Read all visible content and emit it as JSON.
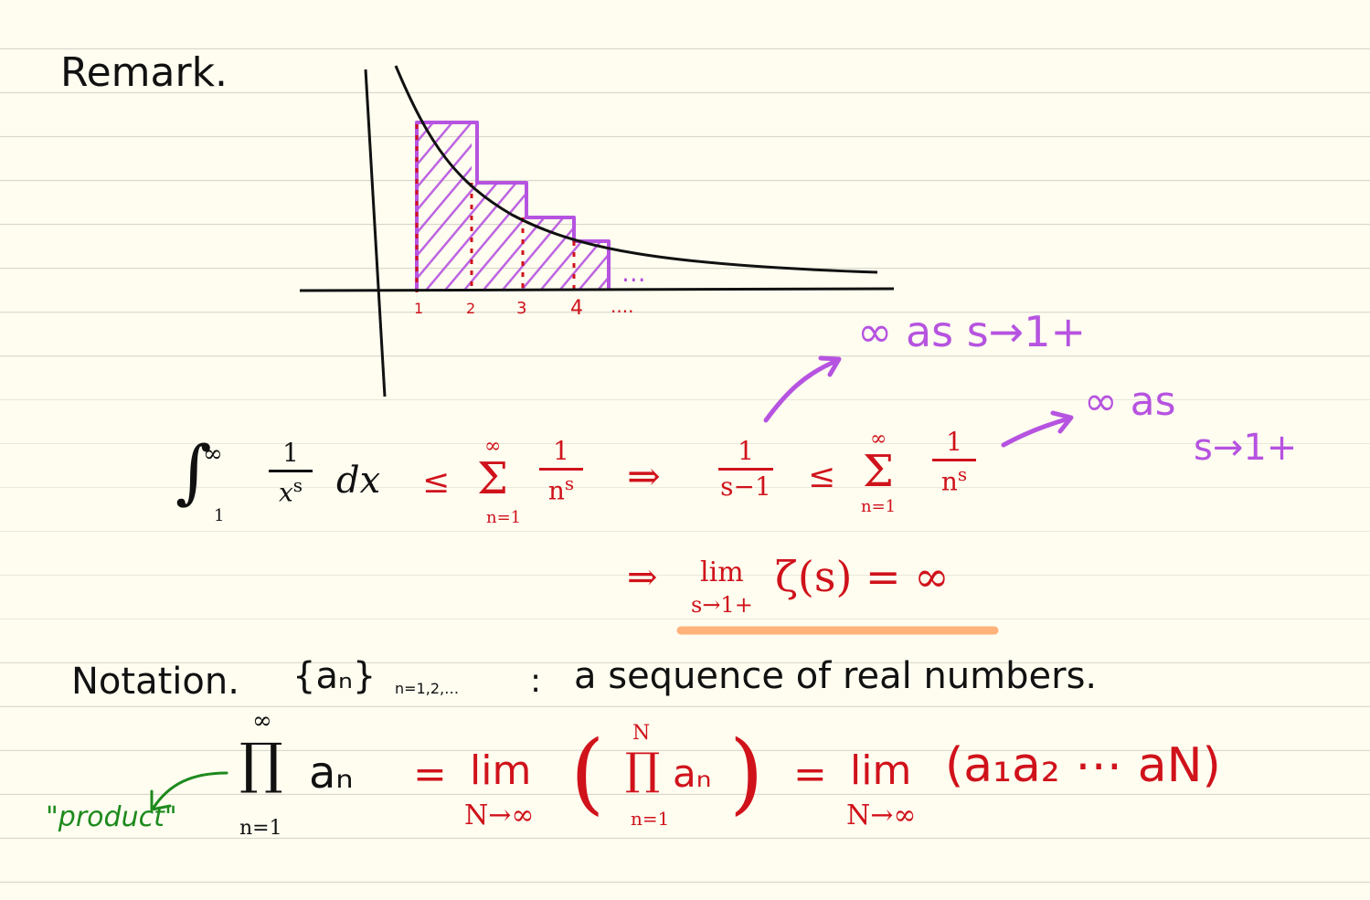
{
  "remark": "Remark.",
  "graph": {
    "ticks": [
      "1",
      "2",
      "3",
      "4"
    ],
    "area_dots": "...",
    "axis_dots": "....",
    "colors": {
      "curve": "#111111",
      "rect": "#b653e0",
      "dash": "#d0121b"
    }
  },
  "ineq1": {
    "int_sym": "∫",
    "int_upper": "∞",
    "int_lower": "1",
    "num1": "1",
    "den1": "x",
    "den1_sup": "s",
    "dx": "dx",
    "le": "≤",
    "sum_sym": "Σ",
    "sum_upper": "∞",
    "sum_lower": "n=1",
    "num2": "1",
    "den2": "n",
    "den2_sup": "s",
    "implies": "⇒",
    "num3": "1",
    "den3": "s−1",
    "le2": "≤",
    "sum2_upper": "∞",
    "sum2_lower": "n=1",
    "num4": "1",
    "den4": "n",
    "den4_sup": "s"
  },
  "annot1": "∞ as s→1+",
  "annot2_a": "∞ as",
  "annot2_b": "s→1+",
  "limit_line": {
    "implies": "⇒",
    "lim": "lim",
    "sub": "s→1+",
    "expr": "ζ(s) = ∞"
  },
  "notation": {
    "label": "Notation.",
    "seq": "{aₙ}",
    "seq_sub": "n=1,2,…",
    "colon": ":",
    "desc": "a sequence of real numbers."
  },
  "product": {
    "pi_upper": "∞",
    "pi": "∏",
    "pi_lower": "n=1",
    "an": "aₙ",
    "eq": "=",
    "lim": "lim",
    "lim_sub": "N→∞",
    "lp": "(",
    "inner_upper": "N",
    "inner_pi": "∏",
    "inner_an": "aₙ",
    "inner_lower": "n=1",
    "rp": ")",
    "eq2": "=",
    "lim2": "lim",
    "lim2_sub": "N→∞",
    "expansion": "(a₁a₂ ⋯ aN)",
    "label": "\"product\""
  }
}
